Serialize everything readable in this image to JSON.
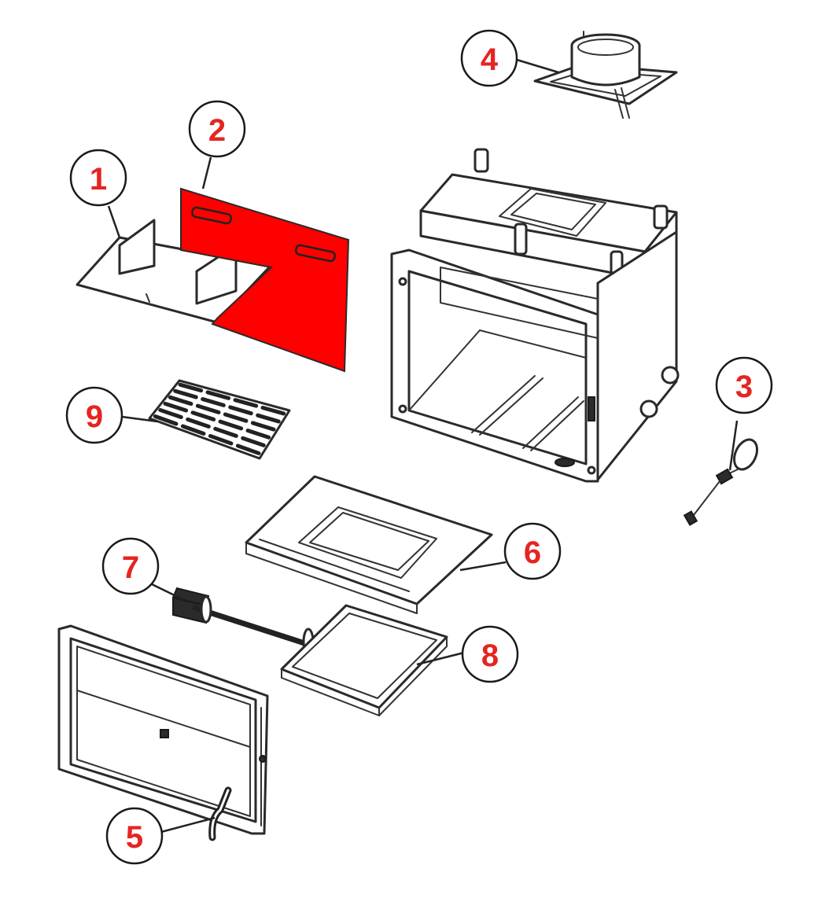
{
  "colors": {
    "highlight": "#ff0000",
    "callout_number": "#e52521",
    "line": "#2a2a2a"
  },
  "callouts": [
    {
      "id": "1",
      "label": "1"
    },
    {
      "id": "2",
      "label": "2"
    },
    {
      "id": "3",
      "label": "3"
    },
    {
      "id": "4",
      "label": "4"
    },
    {
      "id": "5",
      "label": "5"
    },
    {
      "id": "6",
      "label": "6"
    },
    {
      "id": "7",
      "label": "7"
    },
    {
      "id": "8",
      "label": "8"
    },
    {
      "id": "9",
      "label": "9"
    }
  ],
  "highlighted_part": "2"
}
